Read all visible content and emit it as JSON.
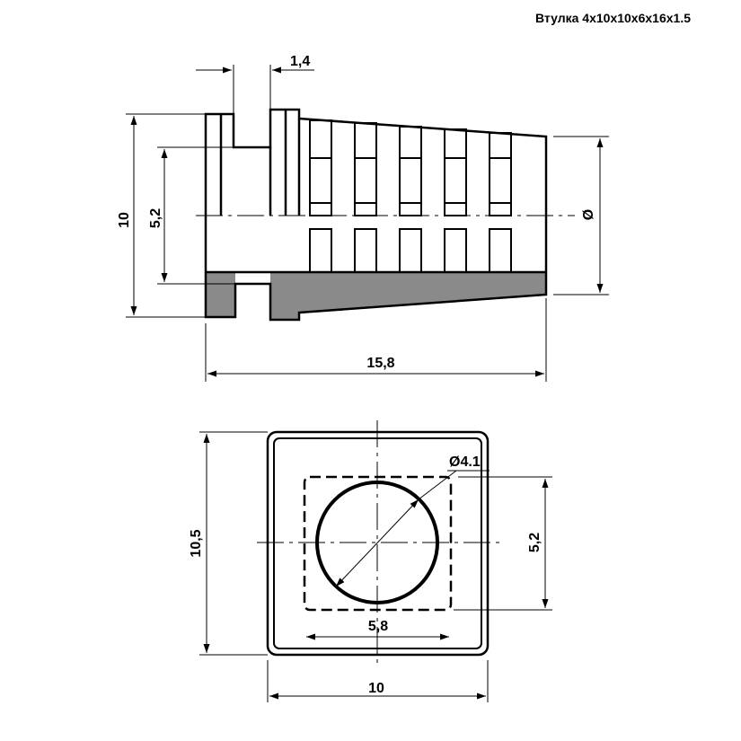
{
  "title": "Втулка 4x10x10x6x16x1.5",
  "side_view": {
    "dim_top": "1,4",
    "dim_height": "10",
    "dim_inner": "5,2",
    "dim_length": "15,8",
    "dim_diameter": "Ø"
  },
  "top_view": {
    "dim_height": "10,5",
    "dim_hole": "Ø4.1",
    "dim_inner_height": "5,2",
    "dim_inner_width": "5,8",
    "dim_width": "10"
  },
  "colors": {
    "line": "#000000",
    "section_fill": "#8a8a8a",
    "background": "#ffffff"
  }
}
